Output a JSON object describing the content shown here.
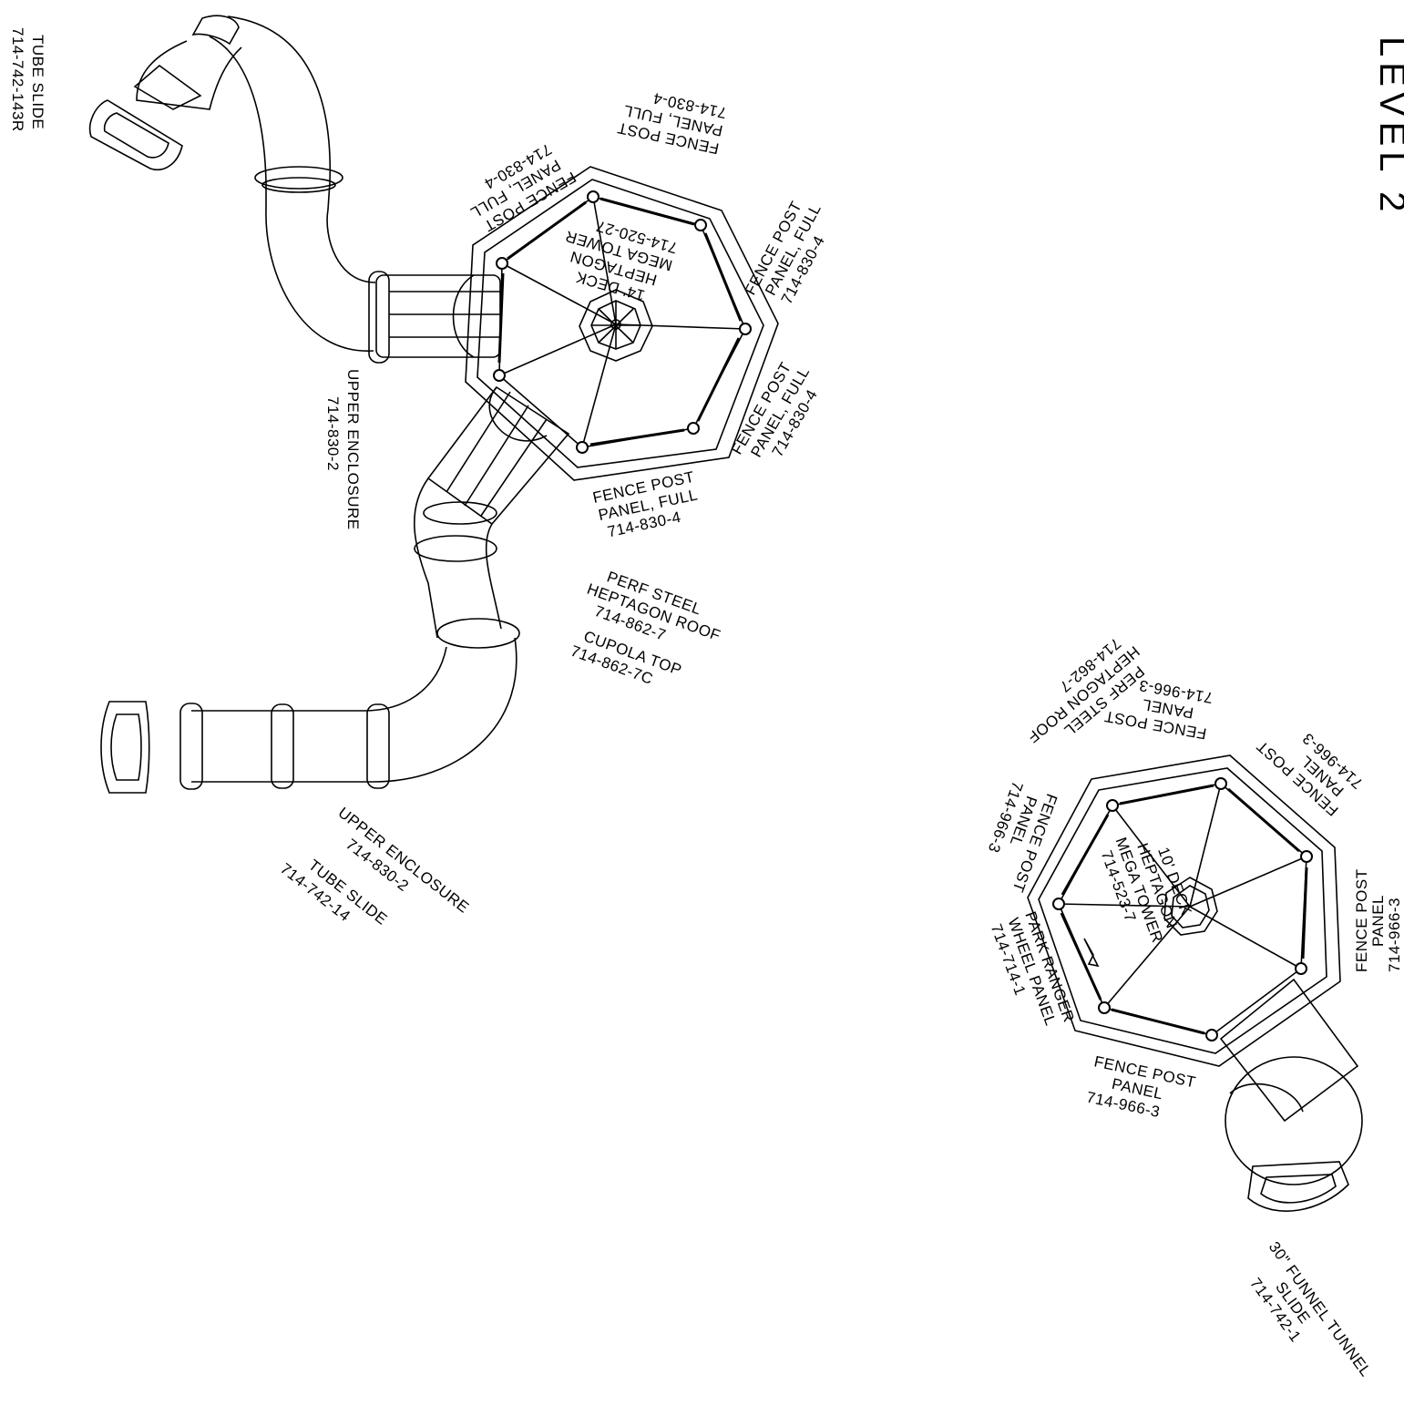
{
  "title": "LEVEL 2",
  "left_labels": {
    "tube_slide_r": [
      "TUBE SLIDE",
      "714-742-143R"
    ],
    "upper_enclosure_a": [
      "UPPER ENCLOSURE",
      "714-830-2"
    ],
    "upper_enclosure_b": [
      "UPPER ENCLOSURE",
      "714-830-2"
    ],
    "tube_slide": [
      "TUBE SLIDE",
      "714-742-14"
    ],
    "deck_14": [
      "14' DECK",
      "HEPTAGON",
      "MEGA TOWER",
      "714-520-27"
    ],
    "fence_top": [
      "FENCE POST",
      "PANEL, FULL",
      "714-830-4"
    ],
    "fence_topleft": [
      "FENCE POST",
      "PANEL, FULL",
      "714-830-4"
    ],
    "fence_right1": [
      "FENCE POST",
      "PANEL, FULL",
      "714-830-4"
    ],
    "fence_right2": [
      "FENCE POST",
      "PANEL, FULL",
      "714-830-4"
    ],
    "fence_bottom": [
      "FENCE POST",
      "PANEL, FULL",
      "714-830-4"
    ],
    "roof": [
      "PERF STEEL",
      "HEPTAGON ROOF",
      "714-862-7"
    ],
    "cupola": [
      "CUPOLA TOP",
      "714-862-7C"
    ]
  },
  "right_labels": {
    "roof": [
      "PERF STEEL",
      "HEPTAGON ROOF",
      "714-862-7"
    ],
    "fence_top": [
      "FENCE POST",
      "PANEL",
      "714-966-3"
    ],
    "fence_topright": [
      "FENCE POST",
      "PANEL",
      "714-966-3"
    ],
    "fence_left": [
      "FENCE POST",
      "PANEL",
      "714-966-3"
    ],
    "fence_right": [
      "FENCE POST",
      "PANEL",
      "714-966-3"
    ],
    "fence_bottom": [
      "FENCE POST",
      "PANEL",
      "714-966-3"
    ],
    "deck_10": [
      "10' DECK",
      "HEPTAGON",
      "MEGA TOWER",
      "714-523-7"
    ],
    "ranger": [
      "PARK RANGER",
      "WHEEL PANEL",
      "714-714-1"
    ],
    "funnel": [
      "30\" FUNNEL TUNNEL",
      "SLIDE",
      "714-742-1"
    ]
  }
}
